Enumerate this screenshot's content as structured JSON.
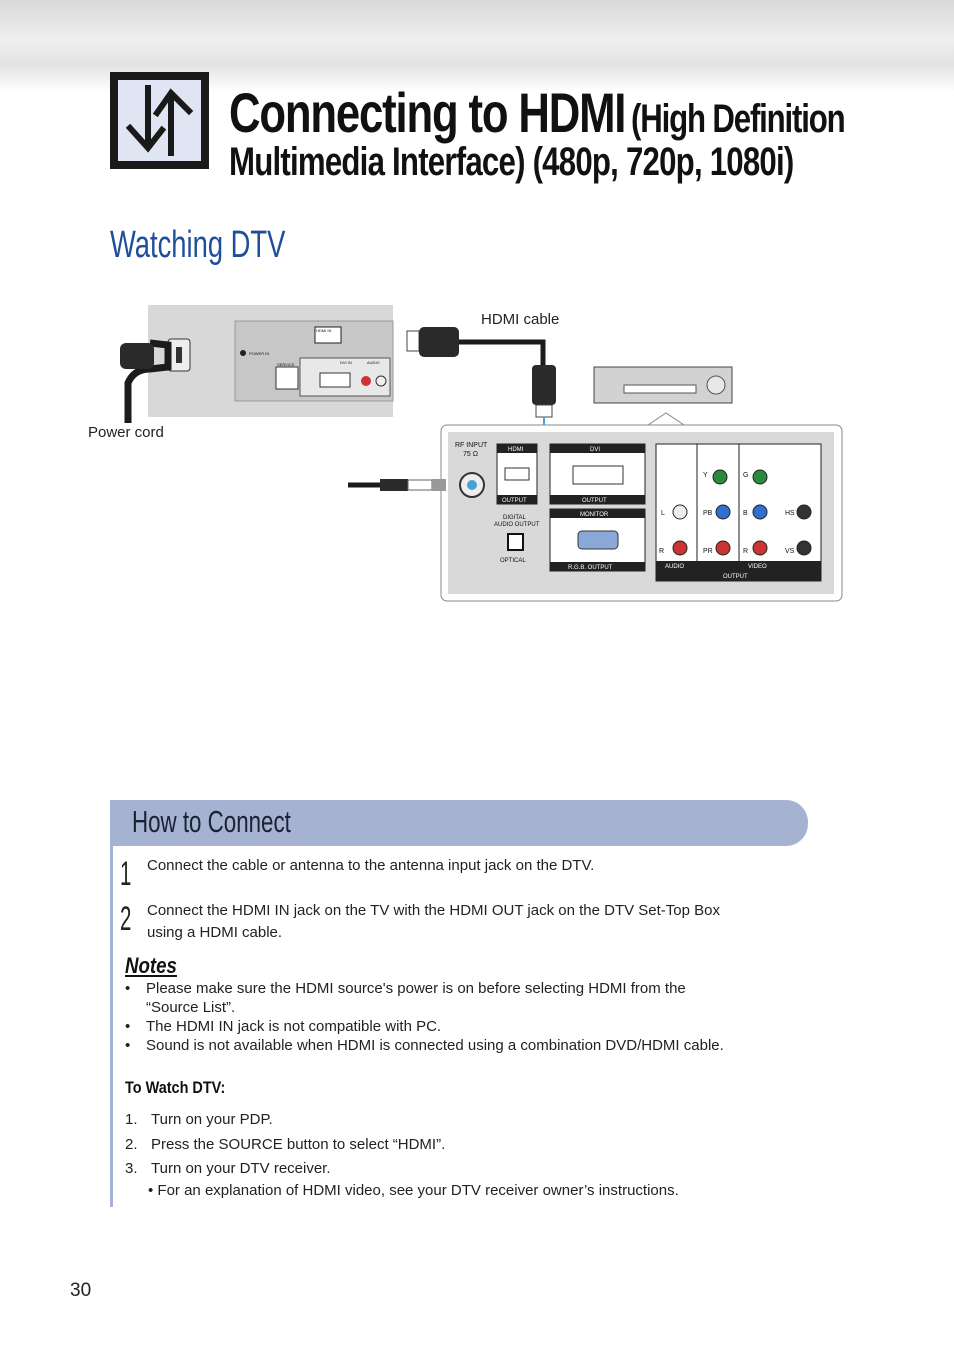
{
  "header": {
    "title_main": "Connecting to HDMI",
    "title_paren": "(High Definition",
    "title_line2": "Multimedia Interface) (480p, 720p, 1080i)",
    "icon": "up-down-arrows-icon"
  },
  "section": {
    "heading": "Watching DTV"
  },
  "diagram": {
    "hdmi_cable_label": "HDMI cable",
    "power_cord_label": "Power cord",
    "tv_panel": {
      "hdmi_in": "HDMI IN",
      "power_in": "POWER IN",
      "service": "SERVICE",
      "dvi_in": "DVI IN",
      "audio": "AUDIO"
    },
    "stb_panel": {
      "rf_input": "RF INPUT",
      "rf_ohm": "75 Ω",
      "hdmi": "HDMI",
      "output": "OUTPUT",
      "dvi": "DVI",
      "digital_audio": "DIGITAL",
      "audio_output": "AUDIO OUTPUT",
      "optical": "OPTICAL",
      "monitor": "MONITOR",
      "rgb_output": "R.G.B. OUTPUT",
      "y": "Y",
      "g": "G",
      "l": "L",
      "pb": "PB",
      "b": "B",
      "hs": "HS",
      "r_audio": "R",
      "pr": "PR",
      "r_video": "R",
      "vs": "VS",
      "audio_label": "AUDIO",
      "video_label": "VIDEO",
      "output_label": "OUTPUT"
    }
  },
  "how_to_connect": {
    "title": "How to Connect",
    "steps": [
      {
        "num": "1",
        "text": "Connect the cable or antenna to the antenna input jack on the DTV."
      },
      {
        "num": "2",
        "text": "Connect the HDMI IN jack on the TV with the HDMI OUT jack on the DTV Set-Top Box using a HDMI cable."
      }
    ],
    "notes_heading": "Notes",
    "notes": [
      "Please make sure the HDMI source's power is on before selecting HDMI from the “Source List”.",
      "The HDMI IN jack is not compatible with PC.",
      "Sound is not available when HDMI is connected using a combination DVD/HDMI cable."
    ],
    "watch_heading": "To Watch DTV:",
    "watch_steps": [
      {
        "num": "1.",
        "text": "Turn on your PDP."
      },
      {
        "num": "2.",
        "text": "Press the SOURCE button to select “HDMI”."
      },
      {
        "num": "3.",
        "text": "Turn on your DTV receiver."
      }
    ],
    "watch_sub": "• For an explanation of HDMI video, see your DTV receiver owner’s instructions."
  },
  "page_number": "30"
}
